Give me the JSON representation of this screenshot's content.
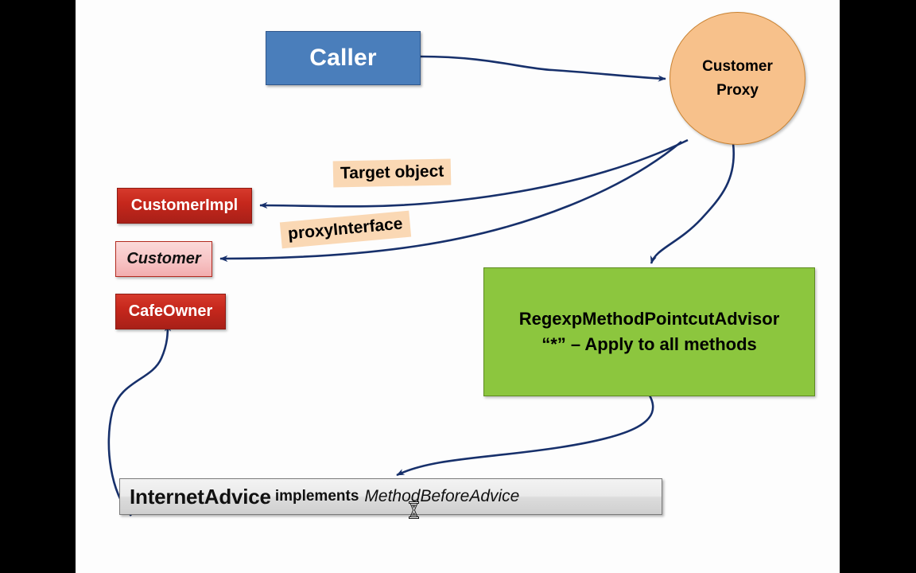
{
  "slide": {
    "background_color": "#fdfdfd",
    "letterbox_color": "#000000"
  },
  "nodes": {
    "caller": {
      "label": "Caller",
      "shape": "rectangle",
      "fill": "#4A7EBB",
      "border": "#30578C",
      "text_color": "#FFFFFF"
    },
    "customer_proxy": {
      "line1": "Customer",
      "line2": "Proxy",
      "shape": "circle",
      "fill": "#F7C18B",
      "border": "#C9812F",
      "text_color": "#000000"
    },
    "customer_impl": {
      "label": "CustomerImpl",
      "shape": "rectangle",
      "fill": "#C6271C",
      "border": "#8E1C14",
      "text_color": "#FFFFFF"
    },
    "customer_interface": {
      "label": "Customer",
      "shape": "rectangle",
      "fill": "#F7C4C5",
      "border": "#B32B20",
      "text_color": "#111111",
      "style": "italic"
    },
    "cafe_owner": {
      "label": "CafeOwner",
      "shape": "rectangle",
      "fill": "#C6271C",
      "border": "#8E1C14",
      "text_color": "#FFFFFF"
    },
    "advisor": {
      "line1": "RegexpMethodPointcutAdvisor",
      "line2": "“*” – Apply to all methods",
      "shape": "rectangle",
      "fill": "#8CC63E",
      "border": "#5E8B20",
      "text_color": "#000000"
    },
    "internet_advice": {
      "class_name": "InternetAdvice",
      "keyword": "implements",
      "interface_name": "MethodBeforeAdvice",
      "shape": "rectangle",
      "fill": "#EAEAEA",
      "border": "#7B7B7B",
      "text_color": "#111111"
    }
  },
  "annotations": [
    {
      "label": "Target object",
      "fill": "#FAD8B4",
      "text_color": "#000000"
    },
    {
      "label": "proxyInterface",
      "fill": "#FAD8B4",
      "text_color": "#000000"
    }
  ],
  "connectors": {
    "color": "#17306B",
    "edges": [
      {
        "from": "caller",
        "to": "customer_proxy",
        "arrow": "end"
      },
      {
        "from": "customer_proxy",
        "to": "customer_impl",
        "arrow": "end",
        "annotation": "Target object"
      },
      {
        "from": "customer_proxy",
        "to": "customer_interface",
        "arrow": "end",
        "annotation": "proxyInterface"
      },
      {
        "from": "customer_proxy",
        "to": "advisor",
        "arrow": "end"
      },
      {
        "from": "advisor",
        "to": "internet_advice",
        "arrow": "end"
      },
      {
        "from": "internet_advice",
        "to": "cafe_owner",
        "arrow": "end"
      }
    ]
  },
  "cursor": {
    "type": "hourglass-wait-cursor"
  }
}
